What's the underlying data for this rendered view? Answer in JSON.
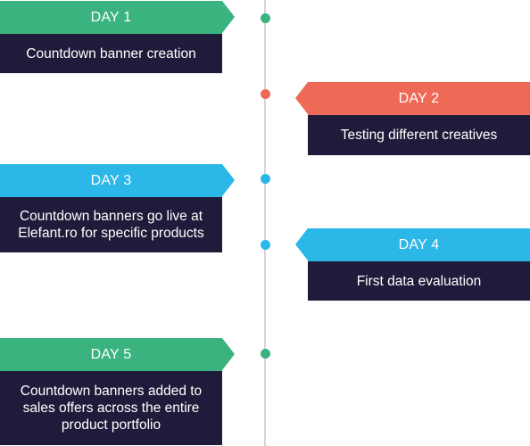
{
  "colors": {
    "green": "#3bb37f",
    "red": "#ef6a56",
    "blue": "#2bb7e8",
    "navy": "#1e1c3a",
    "line": "#d6d6d9"
  },
  "items": [
    {
      "day": "DAY 1",
      "text": "Countdown banner creation",
      "color": "green"
    },
    {
      "day": "DAY 2",
      "text": "Testing different creatives",
      "color": "red"
    },
    {
      "day": "DAY 3",
      "text": "Countdown banners go live at Elefant.ro for specific products",
      "color": "blue"
    },
    {
      "day": "DAY 4",
      "text": "First data evaluation",
      "color": "blue"
    },
    {
      "day": "DAY 5",
      "text": "Countdown banners added to sales offers across the entire product portfolio",
      "color": "green"
    }
  ]
}
